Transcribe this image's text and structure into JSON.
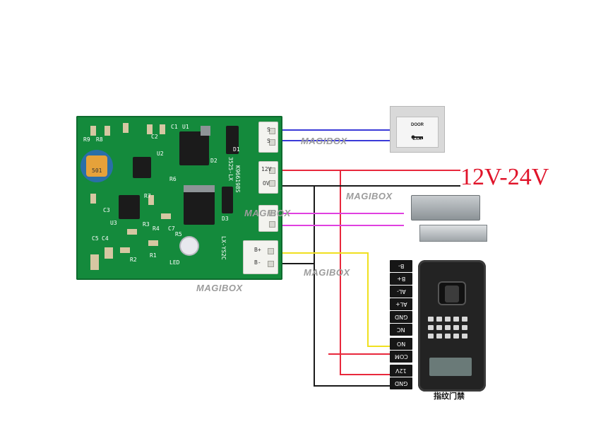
{
  "voltage_label": "12V-24V",
  "watermark": "MAGIBOX",
  "exit_button": {
    "line1": "DOOR",
    "line2": "EXIT"
  },
  "reader_label": "指纹门禁",
  "terminals": [
    "B-",
    "B+",
    "AL-",
    "AL+",
    "GND",
    "NC",
    "NO",
    "COM",
    "12V",
    "GND"
  ],
  "board": {
    "connector_top_labels": [
      "S",
      "S"
    ],
    "connector_mid_labels": [
      "12V",
      "OV"
    ],
    "connector_bottom_labels": [
      "B+",
      "B-"
    ],
    "part_text": [
      "K966198S",
      "3525-LX",
      "LX-YS2C"
    ],
    "designators": [
      "C1",
      "C2",
      "C3",
      "C4",
      "C5",
      "C7",
      "R1",
      "R2",
      "R3",
      "R4",
      "R5",
      "R6",
      "R7",
      "R8",
      "R9",
      "D1",
      "D2",
      "D3",
      "U1",
      "U2",
      "U3",
      "LED"
    ],
    "pot_marking": "501"
  },
  "wire_colors": {
    "blue": "#3a3ad8",
    "red": "#e8283c",
    "black": "#1a1a1a",
    "magenta": "#e040e0",
    "yellow": "#f0e020"
  }
}
